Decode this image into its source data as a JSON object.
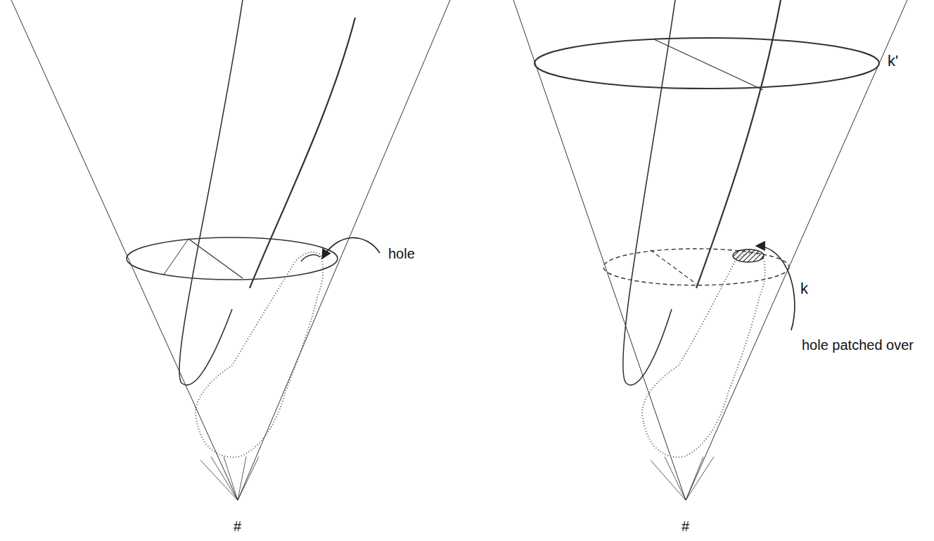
{
  "diagram": {
    "labels": [
      "k'",
      "hole",
      "k",
      "hole patched over",
      "#",
      "#"
    ]
  }
}
